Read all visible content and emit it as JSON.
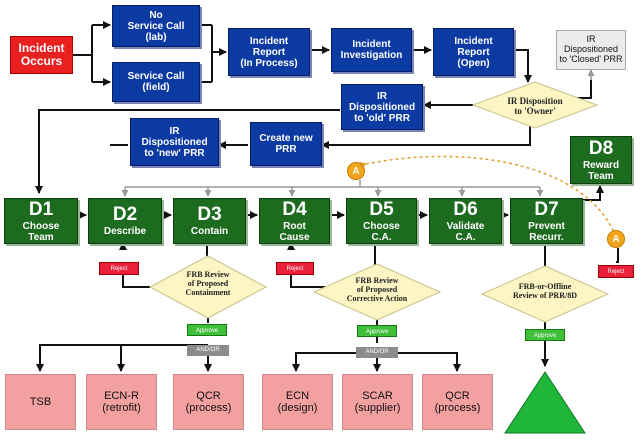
{
  "nodes": {
    "incident_occurs": [
      "Incident",
      "Occurs"
    ],
    "no_service_call": [
      "No",
      "Service Call",
      "(lab)"
    ],
    "service_call_field": [
      "Service Call",
      "(field)"
    ],
    "incident_report_in_process": [
      "Incident",
      "Report",
      "(In Process)"
    ],
    "incident_investigation": [
      "Incident",
      "Investigation"
    ],
    "incident_report_open": [
      "Incident",
      "Report",
      "(Open)"
    ],
    "ir_dispositioned_closed": [
      "IR",
      "Dispositioned",
      "to 'Closed' PRR"
    ],
    "ir_disposition_owner": [
      "IR Disposition",
      "to 'Owner'"
    ],
    "ir_dispositioned_old": [
      "IR",
      "Dispositioned",
      "to 'old' PRR"
    ],
    "create_new_prr": [
      "Create new",
      "PRR"
    ],
    "ir_dispositioned_new": [
      "IR",
      "Dispositioned",
      "to 'new' PRR"
    ],
    "d8": {
      "code": "D8",
      "label": [
        "Reward",
        "Team"
      ]
    }
  },
  "steps": [
    {
      "code": "D1",
      "label": [
        "Choose",
        "Team"
      ]
    },
    {
      "code": "D2",
      "label": [
        "Describe"
      ]
    },
    {
      "code": "D3",
      "label": [
        "Contain"
      ]
    },
    {
      "code": "D4",
      "label": [
        "Root",
        "Cause"
      ]
    },
    {
      "code": "D5",
      "label": [
        "Choose",
        "C.A."
      ]
    },
    {
      "code": "D6",
      "label": [
        "Validate",
        "C.A."
      ]
    },
    {
      "code": "D7",
      "label": [
        "Prevent",
        "Recurr."
      ]
    }
  ],
  "decisions": {
    "frb_containment": [
      "FRB Review",
      "of Proposed",
      "Containment"
    ],
    "frb_corrective": [
      "FRB Review",
      "of Proposed",
      "Corrective Action"
    ],
    "frb_offline": [
      "FRB-or-Offline",
      "Review of PRR/8D"
    ]
  },
  "tags": {
    "reject": "Reject",
    "approve": "Approve",
    "and_or": "AND/OR",
    "connector_a": "A"
  },
  "outcomes": {
    "containment": [
      [
        "TSB"
      ],
      [
        "ECN-R",
        "(retrofit)"
      ],
      [
        "QCR",
        "(process)"
      ]
    ],
    "corrective": [
      [
        "ECN",
        "(design)"
      ],
      [
        "SCAR",
        "(supplier)"
      ],
      [
        "QCR",
        "(process)"
      ]
    ]
  },
  "colors": {
    "red": "#e8201f",
    "blue": "#0b3aa3",
    "green": "#1d6b1f",
    "pink": "#f2a0a0",
    "diamond": "#fdf6c4",
    "triangle": "#1fb63a",
    "connector": "#f2a51a"
  }
}
